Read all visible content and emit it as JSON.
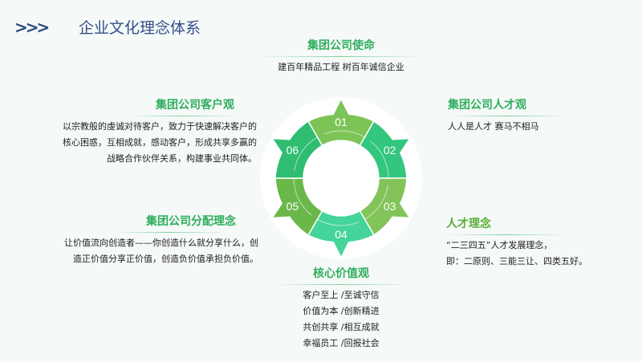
{
  "header": {
    "title": "企业文化理念体系",
    "icon": "triple-chevron-icon"
  },
  "ring": {
    "segments": [
      {
        "label": "01",
        "color": "#7cc456"
      },
      {
        "label": "02",
        "color": "#33c67e"
      },
      {
        "label": "03",
        "color": "#82c45a"
      },
      {
        "label": "04",
        "color": "#45d49a"
      },
      {
        "label": "05",
        "color": "#6ab84a"
      },
      {
        "label": "06",
        "color": "#2fbd72"
      }
    ]
  },
  "mission": {
    "title": "集团公司使命",
    "text": "建百年精品工程 树百年诚信企业"
  },
  "customer": {
    "title": "集团公司客户观",
    "lines": [
      "以宗教般的虔诚对待客户，致力于快速解决客户的",
      "核心困惑，互相成就，感动客户，形成共享多赢的",
      "战略合作伙伴关系，构建事业共同体。"
    ]
  },
  "talent_view": {
    "title": "集团公司人才观",
    "text": "人人是人才 赛马不相马"
  },
  "distribution": {
    "title": "集团公司分配理念",
    "lines": [
      "让价值流向创造者——你创造什么就分享什么，创",
      "造正价值分享正价值，创造负价值承担负价值。"
    ]
  },
  "talent_concept": {
    "title": "人才理念",
    "lines": [
      "“二三四五”人才发展理念，",
      "即：二原则、三能三让、四类五好。"
    ]
  },
  "core_values": {
    "title": "核心价值观",
    "lines": [
      "客户至上 /至诚守信",
      "价值为本 /创新精进",
      "共创共享 /相互成就",
      "幸福员工 /回报社会"
    ]
  }
}
